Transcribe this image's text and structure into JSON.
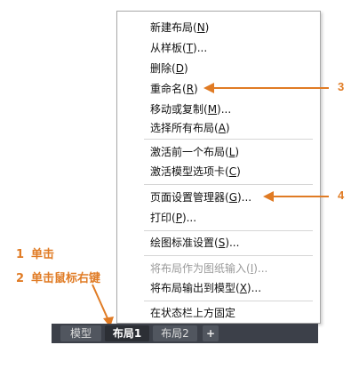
{
  "menu": {
    "items": [
      {
        "text": "新建布局(",
        "key": "N",
        "tail": ")"
      },
      {
        "text": "从样板(",
        "key": "T",
        "tail": ")..."
      },
      {
        "text": "删除(",
        "key": "D",
        "tail": ")"
      },
      {
        "text": "重命名(",
        "key": "R",
        "tail": ")"
      },
      {
        "text": "移动或复制(",
        "key": "M",
        "tail": ")..."
      },
      {
        "text": "选择所有布局(",
        "key": "A",
        "tail": ")"
      },
      {
        "text": "激活前一个布局(",
        "key": "L",
        "tail": ")"
      },
      {
        "text": "激活模型选项卡(",
        "key": "C",
        "tail": ")"
      },
      {
        "text": "页面设置管理器(",
        "key": "G",
        "tail": ")..."
      },
      {
        "text": "打印(",
        "key": "P",
        "tail": ")..."
      },
      {
        "text": "绘图标准设置(",
        "key": "S",
        "tail": ")..."
      },
      {
        "text": "将布局作为图纸输入(",
        "key": "I",
        "tail": ")..."
      },
      {
        "text": "将布局输出到模型(",
        "key": "X",
        "tail": ")..."
      },
      {
        "text": "在状态栏上方固定",
        "key": "",
        "tail": ""
      }
    ]
  },
  "callouts": {
    "c3": "3",
    "c4": "4"
  },
  "notes": {
    "n1_num": "1",
    "n1_text": "单击",
    "n2_num": "2",
    "n2_text": "单击鼠标右键"
  },
  "tabs": {
    "model": "模型",
    "layout1": "布局1",
    "layout2": "布局2",
    "add": "+"
  },
  "colors": {
    "accent": "#e07b24",
    "tabbar": "#3c4049"
  }
}
